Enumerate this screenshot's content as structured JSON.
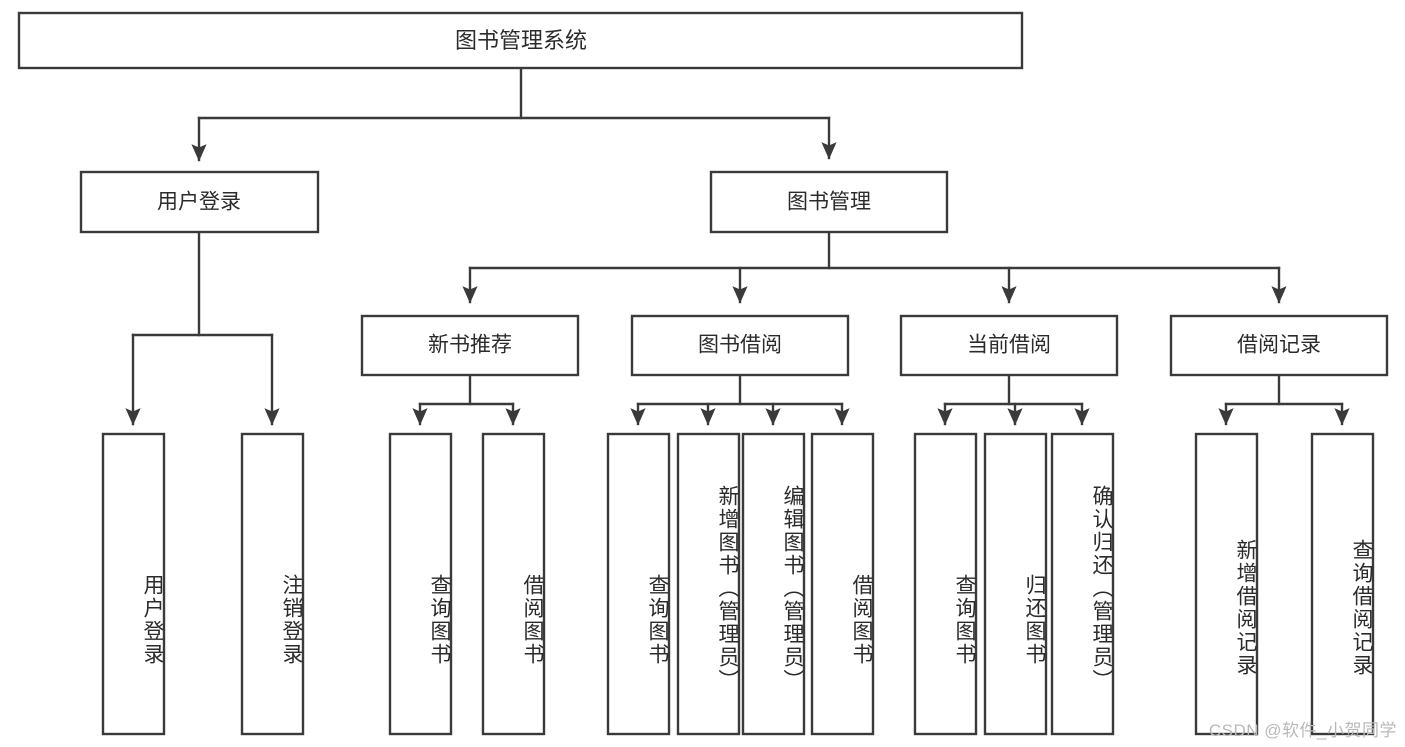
{
  "diagram": {
    "title": "图书管理系统",
    "type": "tree-hierarchy-diagram",
    "colors": {
      "stroke": "#3a3a3a",
      "fill": "#ffffff",
      "text": "#2b2b2b",
      "watermark": "#b9b9b9",
      "background": "#ffffff"
    },
    "root": {
      "label": "图书管理系统"
    },
    "level2": {
      "user_login": {
        "label": "用户登录"
      },
      "book_manage": {
        "label": "图书管理"
      }
    },
    "level3": {
      "new_book_recommend": {
        "label": "新书推荐"
      },
      "book_borrow": {
        "label": "图书借阅"
      },
      "current_borrow": {
        "label": "当前借阅"
      },
      "borrow_record": {
        "label": "借阅记录"
      }
    },
    "leaves": {
      "user_login": [
        {
          "label": "用户登录"
        },
        {
          "label": "注销登录"
        }
      ],
      "new_book_recommend": [
        {
          "label": "查询图书"
        },
        {
          "label": "借阅图书"
        }
      ],
      "book_borrow": [
        {
          "label": "查询图书"
        },
        {
          "label": "新增图书（管理员）"
        },
        {
          "label": "编辑图书（管理员）"
        },
        {
          "label": "借阅图书"
        }
      ],
      "current_borrow": [
        {
          "label": "查询图书"
        },
        {
          "label": "归还图书"
        },
        {
          "label": "确认归还（管理员）"
        }
      ],
      "borrow_record": [
        {
          "label": "新增借阅记录"
        },
        {
          "label": "查询借阅记录"
        }
      ]
    },
    "watermark": "CSDN @软件_小贺同学"
  }
}
